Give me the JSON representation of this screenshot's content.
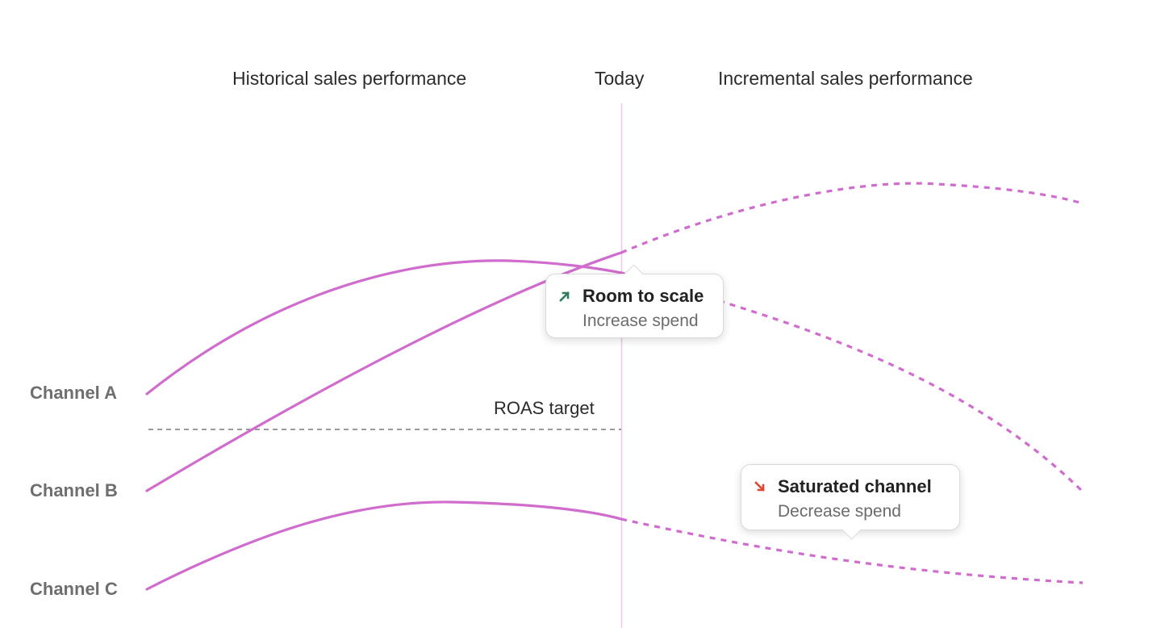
{
  "header": {
    "historical": "Historical sales performance",
    "today": "Today",
    "incremental": "Incremental sales performance"
  },
  "channels": [
    {
      "label": "Channel A"
    },
    {
      "label": "Channel B"
    },
    {
      "label": "Channel C"
    }
  ],
  "roas": {
    "label": "ROAS target"
  },
  "callouts": {
    "scale": {
      "title": "Room to scale",
      "subtitle": "Increase spend",
      "icon": "arrow-up-right-icon"
    },
    "saturated": {
      "title": "Saturated channel",
      "subtitle": "Decrease spend",
      "icon": "arrow-down-right-icon"
    }
  },
  "colors": {
    "curve": "#d06ccd",
    "today_line": "#ecc7ec",
    "roas_line": "#7a7a7a",
    "up_arrow": "#2f7d5a",
    "down_arrow": "#e0452e"
  }
}
